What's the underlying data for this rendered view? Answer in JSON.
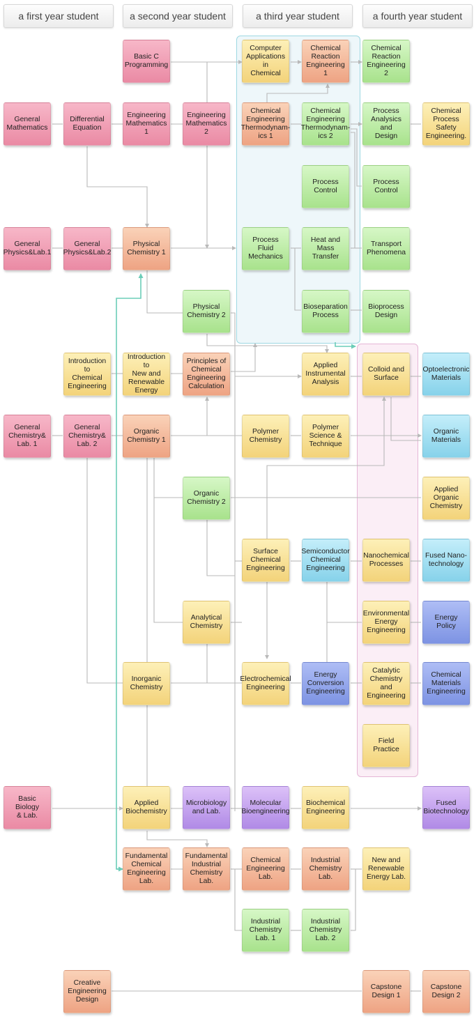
{
  "headers": [
    "a first year student",
    "a second year student",
    "a third year student",
    "a fourth year student"
  ],
  "colors": {
    "line": "#b9b9b9",
    "arrow_teal": "#6ccdb8",
    "zone_third_year": "#eef7fa",
    "zone_fourth_year": "#fbeef6"
  },
  "courses": {
    "basic_c_programming": "Basic C\nProgramming",
    "computer_applications": "Computer\nApplications in\nChemical",
    "chem_reaction_eng_1": "Chemical\nReaction\nEngineering 1",
    "chem_reaction_eng_2": "Chemical\nReaction\nEngineering 2",
    "general_mathematics": "General\nMathematics",
    "differential_equation": "Differential\nEquation",
    "eng_math_1": "Engineering\nMathematics 1",
    "eng_math_2": "Engineering\nMathematics 2",
    "chem_eng_thermo_1": "Chemical\nEngineering\nThermodynam-\nics 1",
    "chem_eng_thermo_2": "Chemical\nEngineering\nThermodynam-\nics 2",
    "process_analysis_design": "Process\nAnalysics and\nDesign",
    "chem_process_safety": "Chemical\nProcess Safety\nEngineering.",
    "process_control_3": "Process\nControl",
    "process_control_4": "Process\nControl",
    "general_physics_1": "General\nPhysics&Lab.1",
    "general_physics_2": "General\nPhysics&Lab.2",
    "physical_chemistry_1": "Physical\nChemistry 1",
    "process_fluid_mechanics": "Process Fluid\nMechanics",
    "heat_mass_transfer": "Heat and Mass\nTransfer",
    "transport_phenomena": "Transport\nPhenomena",
    "physical_chemistry_2": "Physical\nChemistry 2",
    "bioseparation_process": "Bioseparation\nProcess",
    "bioprocess_design": "Bioprocess\nDesign",
    "intro_chem_eng": "Introduction to\nChemical\nEngineering",
    "intro_renewable_energy": "Introduction to\nNew and\nRenewable\nEnergy",
    "principles_calc": "Principles of\nChemical\nEngineering\nCalculation",
    "applied_instrumental": "Applied\nInstrumental\nAnalysis",
    "colloid_surface": "Colloid and\nSurface",
    "optoelectronic_materials": "Optoelectronic\nMaterials",
    "general_chemistry_1": "General\nChemistry&\nLab. 1",
    "general_chemistry_2": "General\nChemistry&\nLab. 2",
    "organic_chemistry_1": "Organic\nChemistry 1",
    "polymer_chemistry": "Polymer\nChemistry",
    "polymer_science": "Polymer\nScience &\nTechnique",
    "organic_materials": "Organic\nMaterials",
    "organic_chemistry_2": "Organic\nChemistry 2",
    "applied_organic_chemistry": "Applied\nOrganic\nChemistry",
    "surface_chem_eng": "Surface\nChemical\nEngineering",
    "semiconductor_chem_eng": "Semiconductor\nChemical\nEngineering",
    "nanochemical_processes": "Nanochemical\nProcesses",
    "fused_nanotech": "Fused Nano-\ntechnology",
    "analytical_chemistry": "Analytical\nChemistry",
    "environmental_energy": "Environmental\nEnergy\nEngineering",
    "energy_policy": "Energy Policy",
    "inorganic_chemistry": "Inorganic\nChemistry",
    "electrochemical_eng": "Electrochemical\nEngineering",
    "energy_conversion_eng": "Energy\nConversion\nEngineering",
    "catalytic_chemistry": "Catalytic\nChemistry and\nEngineering",
    "chemical_materials_eng": "Chemical\nMaterials\nEngineering",
    "field_practice": "Field Practice",
    "basic_biology": "Basic Biology\n& Lab.",
    "applied_biochemistry": "Applied\nBiochemistry",
    "microbiology": "Microbiology\nand Lab.",
    "molecular_bioeng": "Molecular\nBioengineering",
    "biochemical_eng": "Biochemical\nEngineering",
    "fused_biotech": "Fused\nBiotechnology",
    "fundamental_chem_eng_lab": "Fundamental\nChemical\nEngineering\nLab.",
    "fundamental_industrial_lab": "Fundamental\nIndustrial\nChemistry Lab.",
    "chem_eng_lab": "Chemical\nEngineering\nLab.",
    "industrial_chem_lab": "Industrial\nChemistry\nLab.",
    "new_renewable_energy_lab": "New and\nRenewable\nEnergy Lab.",
    "industrial_chem_lab_1": "Industrial\nChemistry\nLab. 1",
    "industrial_chem_lab_2": "Industrial\nChemistry\nLab. 2",
    "creative_eng_design": "Creative\nEngineering\nDesign",
    "capstone_1": "Capstone\nDesign 1",
    "capstone_2": "Capstone\nDesign 2"
  }
}
